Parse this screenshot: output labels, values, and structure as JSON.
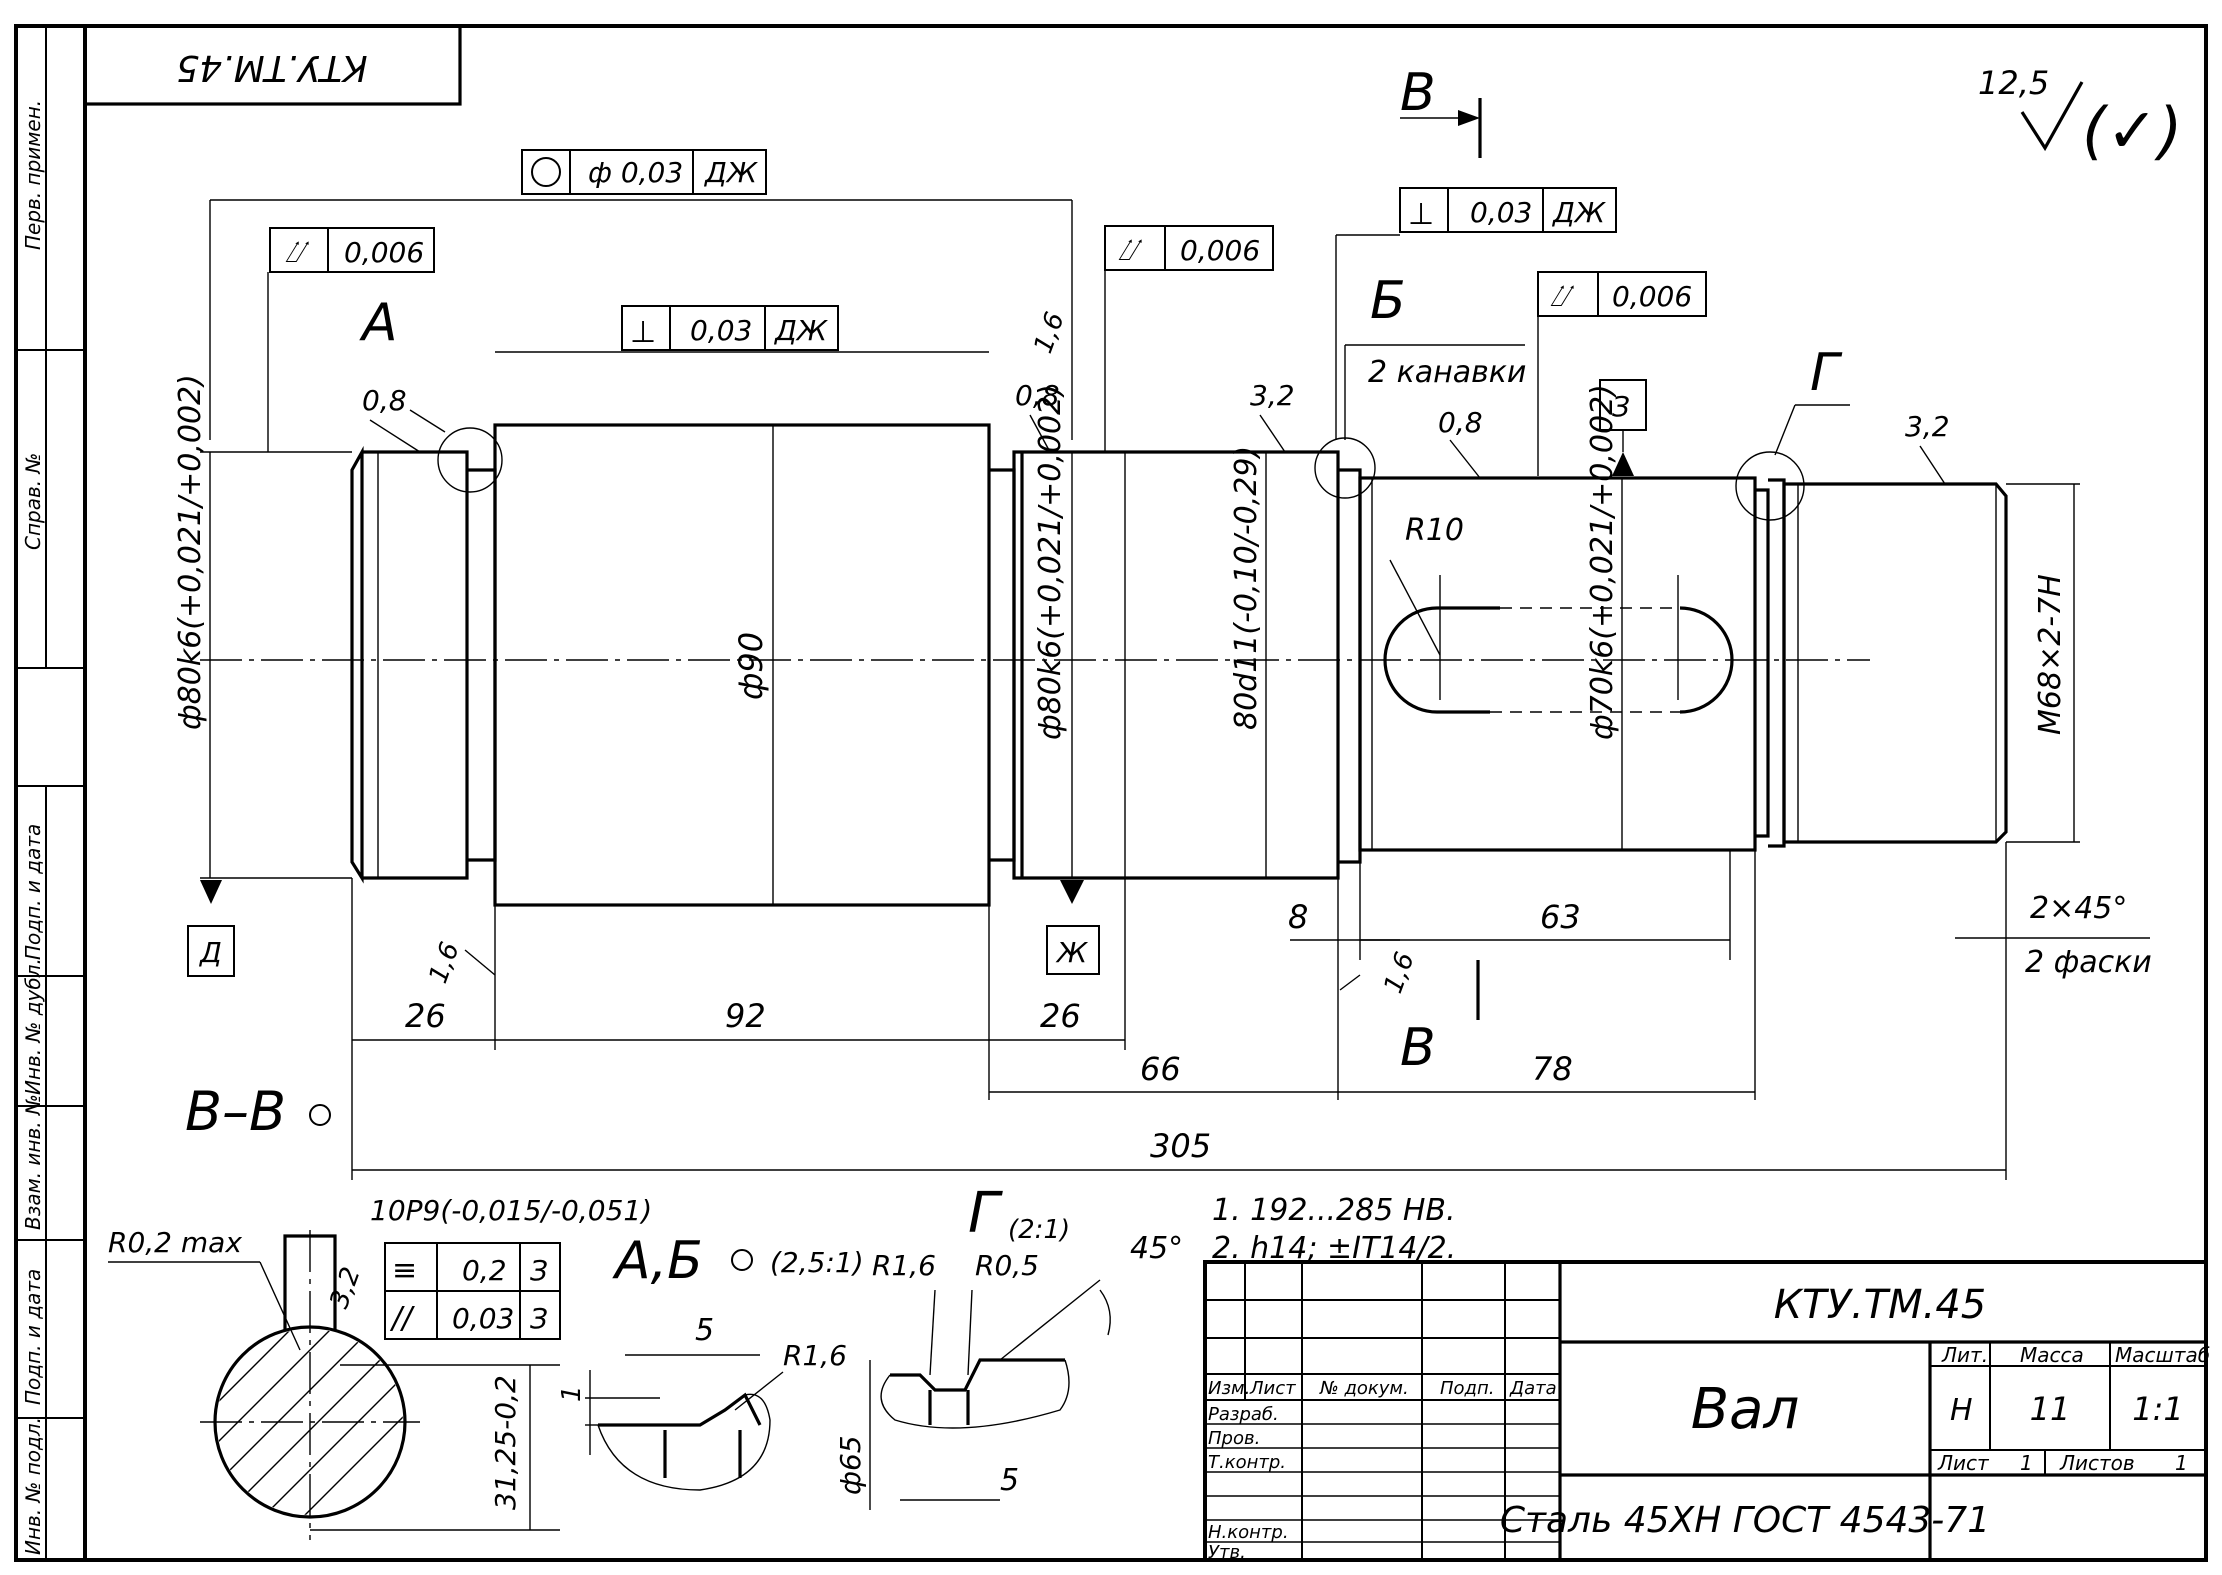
{
  "title_block": {
    "designation": "КТУ.ТМ.45",
    "part_name": "Вал",
    "material": "Сталь 45ХН ГОСТ 4543-71",
    "col_lit": "Лит.",
    "col_mass": "Масса",
    "col_scale": "Масштаб",
    "lit_value": "Н",
    "mass_value": "11",
    "scale_value": "1:1",
    "sheet_label": "Лист",
    "sheet_value": "1",
    "sheets_label": "Листов",
    "sheets_value": "1",
    "head_izm": "Изм.",
    "head_list": "Лист",
    "head_doc": "№ докум.",
    "head_sign": "Подп.",
    "head_date": "Дата",
    "role_razrab": "Разраб.",
    "role_prov": "Пров.",
    "role_tkontr": "Т.контр.",
    "role_nkontr": "Н.контр.",
    "role_utv": "Утв."
  },
  "top_corner_stamp": "КТУ.ТМ.45",
  "side_columns": [
    "Перв. примен.",
    "Справ. №",
    "Подп. и дата",
    "Инв. № дубл.",
    "Взам. инв. №",
    "Подп. и дата",
    "Инв. № подл."
  ],
  "roughness": {
    "general": "12,5",
    "marks": [
      "0,8",
      "0,8",
      "3,2",
      "0,8",
      "3,2",
      "1,6",
      "1,6",
      "1,6"
    ]
  },
  "tolerances": {
    "coaxiality": {
      "value": "ф 0,03",
      "datum": "ДЖ"
    },
    "runout_1": {
      "value": "0,006"
    },
    "runout_2": {
      "value": "0,006"
    },
    "runout_3": {
      "value": "0,006"
    },
    "perp_1": {
      "value": "0,03",
      "datum": "ДЖ"
    },
    "perp_2": {
      "value": "0,03",
      "datum": "ДЖ"
    }
  },
  "datums": {
    "d": "Д",
    "zh": "Ж",
    "z": "З"
  },
  "view_letters": {
    "a": "А",
    "b": "Б",
    "g": "Г",
    "v1": "В",
    "v2": "В"
  },
  "diameters": {
    "d1": "ф80k6(+0,021/+0,002)",
    "d2": "ф90",
    "d3": "ф80k6(+0,021/+0,002)",
    "d4": "80d11(-0,10/-0,29)",
    "d5": "ф70k6(+0,021/+0,002)",
    "d6": "М68×2-7Н"
  },
  "keyway_radius": "R10",
  "grooves_note": "2 канавки",
  "chamfer": {
    "value": "2×45°",
    "count": "2 фаски"
  },
  "lengths": {
    "l26a": "26",
    "l92": "92",
    "l26b": "26",
    "l66": "66",
    "l8": "8",
    "l63": "63",
    "l78": "78",
    "l305": "305"
  },
  "section": {
    "title": "В–В",
    "key_width": "10Р9(-0,015/-0,051)",
    "r_max": "R0,2 max",
    "rough": "3,2",
    "sym_value": "0,2",
    "sym_datum": "З",
    "par_value": "0,03",
    "par_datum": "З",
    "depth": "31,25-0,2"
  },
  "detail_ab": {
    "title": "А,Б",
    "scale": "(2,5:1)",
    "width": "5",
    "radius": "R1,6",
    "depth": "1"
  },
  "detail_g": {
    "title": "Г",
    "scale": "(2:1)",
    "r1": "R1,6",
    "r2": "R0,5",
    "angle": "45°",
    "diameter": "ф65",
    "width": "5"
  },
  "notes": [
    "1. 192...285 НВ.",
    "2. h14; ±IT14/2."
  ]
}
